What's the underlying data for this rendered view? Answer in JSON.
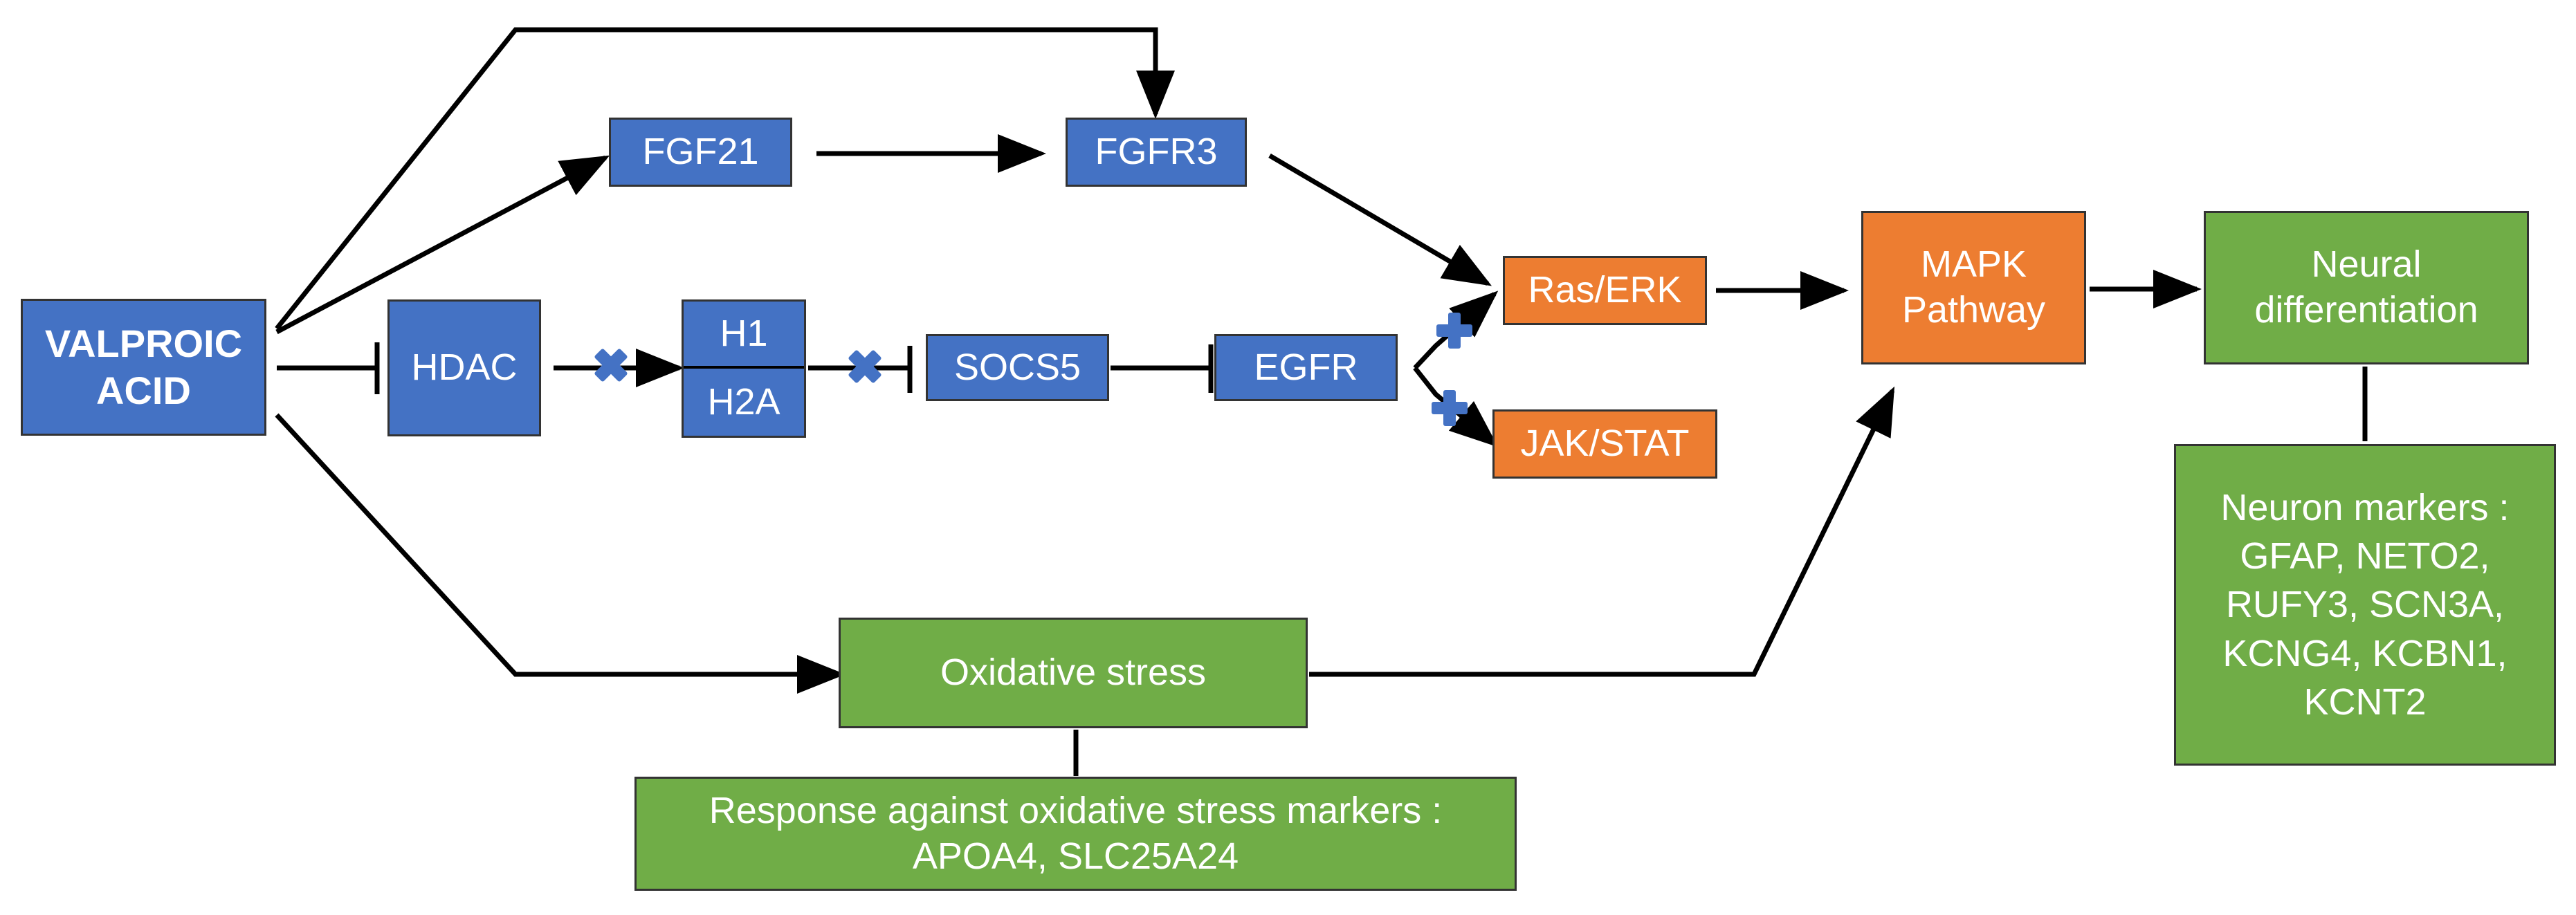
{
  "nodes": {
    "valproic_acid": "VALPROIC\nACID",
    "fgf21": "FGF21",
    "fgfr3": "FGFR3",
    "hdac": "HDAC",
    "h1": "H1",
    "h2a": "H2A",
    "socs5": "SOCS5",
    "egfr": "EGFR",
    "ras_erk": "Ras/ERK",
    "jak_stat": "JAK/STAT",
    "mapk": "MAPK\nPathway",
    "neural_diff": "Neural\ndifferentiation",
    "neuron_markers": "Neuron markers :\nGFAP, NETO2,\nRUFY3, SCN3A,\nKCNG4, KCBN1,\nKCNT2",
    "oxidative_stress": "Oxidative stress",
    "oxidative_markers": "Response against oxidative stress markers :\nAPOA4, SLC25A24"
  },
  "colors": {
    "blue": "#4472C4",
    "orange": "#ED7D31",
    "green": "#70AD47",
    "line": "#000000",
    "border": "#333333"
  }
}
